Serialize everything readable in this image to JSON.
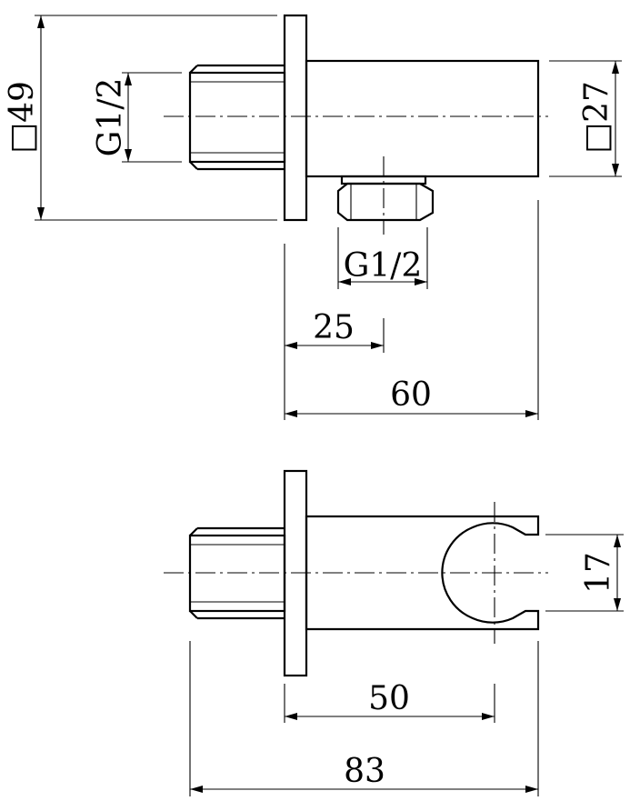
{
  "top_view": {
    "square_49": "□49",
    "thread_left": "G1/2",
    "square_27": "□27",
    "thread_bottom": "G1/2",
    "dim_25": "25",
    "dim_60": "60"
  },
  "bottom_view": {
    "dim_17": "17",
    "dim_50": "50",
    "dim_83": "83"
  }
}
